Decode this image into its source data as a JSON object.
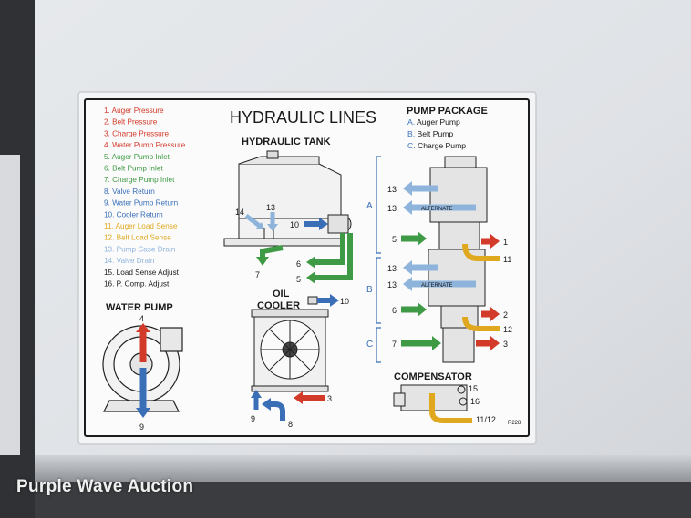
{
  "decal": {
    "title": "HYDRAULIC LINES",
    "tank_title": "HYDRAULIC TANK",
    "water_pump_title": "WATER PUMP",
    "oil_cooler_title_1": "OIL",
    "oil_cooler_title_2": "COOLER",
    "pump_package_title": "PUMP PACKAGE",
    "compensator_title": "COMPENSATOR",
    "part_number": "R228",
    "alternate_label": "ALTERNATE",
    "pump_list": [
      {
        "label": "A. Auger Pump",
        "color": "#3a6fb8"
      },
      {
        "label": "B. Belt Pump",
        "color": "#3a6fb8"
      },
      {
        "label": "C. Charge Pump",
        "color": "#3a6fb8"
      }
    ],
    "section_letters": [
      "A",
      "B",
      "C"
    ],
    "legend": [
      {
        "label": "1. Auger Pressure",
        "color": "#d23a2a"
      },
      {
        "label": "2. Belt Pressure",
        "color": "#d23a2a"
      },
      {
        "label": "3. Charge Pressure",
        "color": "#d23a2a"
      },
      {
        "label": "4. Water Pump Pressure",
        "color": "#d23a2a"
      },
      {
        "label": "5. Auger Pump Inlet",
        "color": "#3f9a45"
      },
      {
        "label": "6. Belt Pump Inlet",
        "color": "#3f9a45"
      },
      {
        "label": "7. Charge Pump Inlet",
        "color": "#3f9a45"
      },
      {
        "label": "8. Valve Return",
        "color": "#3a6fb8"
      },
      {
        "label": "9. Water Pump Return",
        "color": "#3a6fb8"
      },
      {
        "label": "10. Cooler Return",
        "color": "#3a6fb8"
      },
      {
        "label": "11. Auger Load Sense",
        "color": "#e0a81e"
      },
      {
        "label": "12. Belt Load Sense",
        "color": "#e0a81e"
      },
      {
        "label": "13. Pump Case Drain",
        "color": "#8fb4dc"
      },
      {
        "label": "14. Valve Drain",
        "color": "#8fb4dc"
      },
      {
        "label": "15. Load Sense Adjust",
        "color": "#1a1a1a"
      },
      {
        "label": "16. P. Comp. Adjust",
        "color": "#1a1a1a"
      }
    ],
    "callouts": {
      "n1": "1",
      "n2": "2",
      "n3": "3",
      "n4": "4",
      "n5": "5",
      "n6": "6",
      "n7": "7",
      "n8": "8",
      "n9": "9",
      "n10": "10",
      "n11": "11",
      "n12": "12",
      "n13": "13",
      "n14": "14",
      "n15": "15",
      "n16": "16",
      "n1112": "11/12"
    }
  },
  "watermark": "Purple Wave Auction",
  "colors": {
    "pressure": "#d23a2a",
    "inlet": "#3f9a45",
    "return": "#3a6fb8",
    "load_sense": "#e0a81e",
    "drain": "#8fb4dc"
  }
}
